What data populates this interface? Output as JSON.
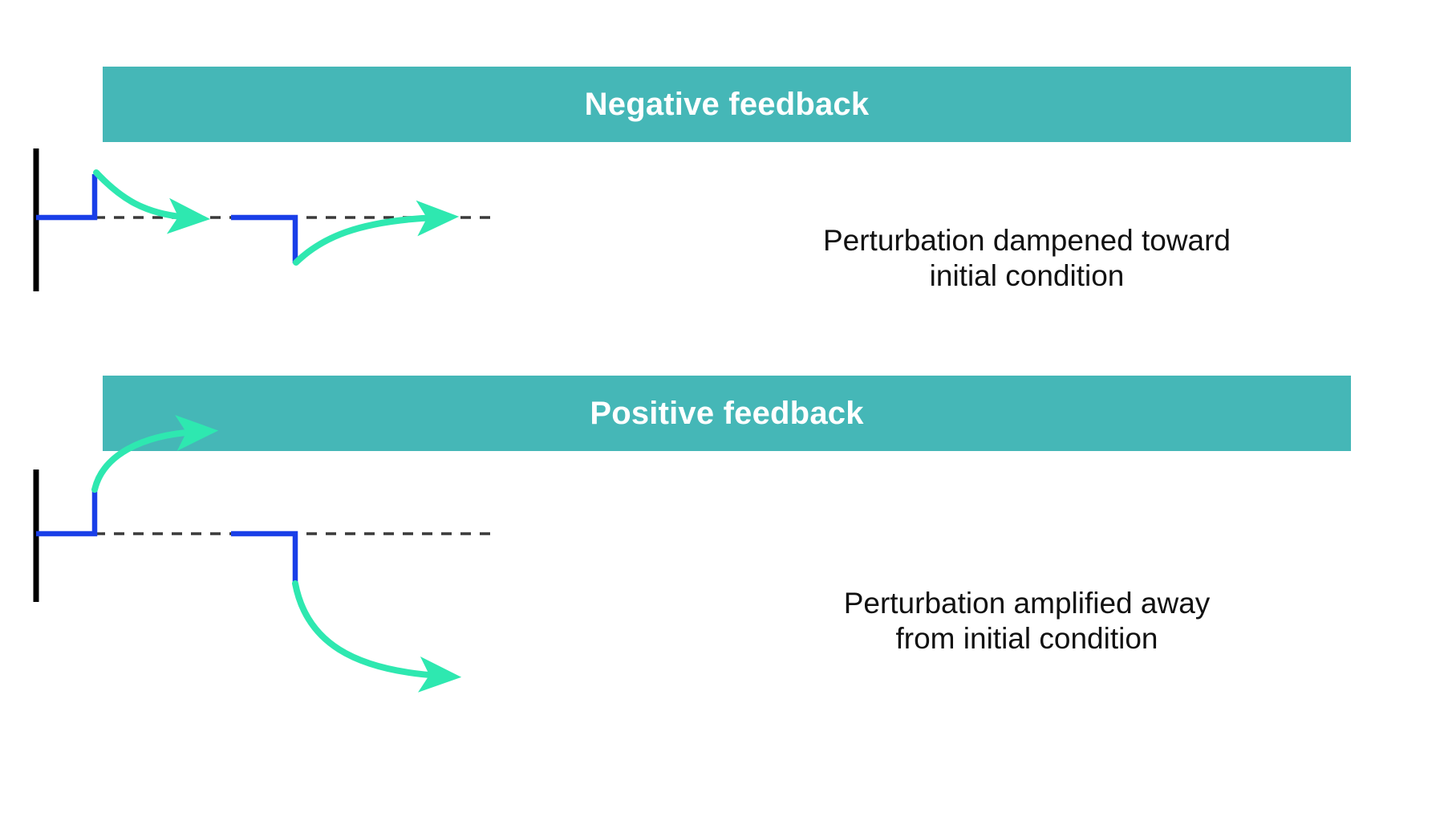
{
  "figure": {
    "title": "Negative and positive feedback response diagram",
    "background": "#ffffff"
  },
  "colors": {
    "header_bar": "#45b7b7",
    "header_text": "#ffffff",
    "step_line": "#1a3fe8",
    "arrow_curve": "#2ee8b0",
    "axis": "#000000",
    "baseline_dash": "#3a3a3a",
    "caption_text": "#111111"
  },
  "panels": [
    {
      "id": "negative",
      "header": "Negative feedback",
      "caption_line1": "Perturbation dampened toward",
      "caption_line2": "initial condition"
    },
    {
      "id": "positive",
      "header": "Positive feedback",
      "caption_line1": "Perturbation amplified away",
      "caption_line2": "from initial condition"
    }
  ],
  "chart_data": [
    {
      "type": "line",
      "id": "negative-feedback-response",
      "title": "Negative feedback",
      "xlabel": "",
      "ylabel": "",
      "grid": false,
      "legend": "none",
      "baseline_value": 0,
      "annotations": [
        "Perturbation dampened toward initial condition"
      ],
      "series": [
        {
          "name": "perturbation-step-up",
          "style": "step",
          "color": "#1a3fe8",
          "points": [
            [
              0,
              0
            ],
            [
              90,
              0
            ],
            [
              90,
              80
            ],
            [
              95,
              80
            ]
          ]
        },
        {
          "name": "decay-toward-baseline-1",
          "style": "curve-arrow",
          "color": "#2ee8b0",
          "description": "exponential decay from +80 back to baseline, arrowhead pointing right",
          "points": [
            [
              92,
              80
            ],
            [
              150,
              35
            ],
            [
              210,
              6
            ],
            [
              290,
              0
            ]
          ]
        },
        {
          "name": "perturbation-step-down",
          "style": "step",
          "color": "#1a3fe8",
          "points": [
            [
              320,
              0
            ],
            [
              435,
              0
            ],
            [
              435,
              -95
            ]
          ]
        },
        {
          "name": "decay-toward-baseline-2",
          "style": "curve-arrow",
          "color": "#2ee8b0",
          "description": "exponential recovery from -95 back to baseline, arrowhead pointing right",
          "points": [
            [
              436,
              -95
            ],
            [
              500,
              -40
            ],
            [
              580,
              -8
            ],
            [
              700,
              0
            ]
          ]
        },
        {
          "name": "baseline",
          "style": "dashed",
          "color": "#3a3a3a",
          "points": [
            [
              95,
              0
            ],
            [
              770,
              0
            ]
          ]
        }
      ],
      "axis": {
        "vertical_x": 0,
        "y_from": 110,
        "y_to": -110
      }
    },
    {
      "type": "line",
      "id": "positive-feedback-response",
      "title": "Positive feedback",
      "xlabel": "",
      "ylabel": "",
      "grid": false,
      "legend": "none",
      "baseline_value": 0,
      "annotations": [
        "Perturbation amplified away from initial condition"
      ],
      "series": [
        {
          "name": "perturbation-step-up",
          "style": "step",
          "color": "#1a3fe8",
          "points": [
            [
              0,
              0
            ],
            [
              90,
              0
            ],
            [
              90,
              70
            ]
          ]
        },
        {
          "name": "amplify-upward",
          "style": "curve-arrow",
          "color": "#2ee8b0",
          "description": "curve accelerating upward away from baseline, arrowhead pointing up-right",
          "points": [
            [
              90,
              72
            ],
            [
              120,
              140
            ],
            [
              180,
              180
            ],
            [
              250,
              190
            ]
          ]
        },
        {
          "name": "perturbation-step-down",
          "style": "step",
          "color": "#1a3fe8",
          "points": [
            [
              320,
              0
            ],
            [
              435,
              0
            ],
            [
              435,
              -80
            ]
          ]
        },
        {
          "name": "amplify-downward",
          "style": "curve-arrow",
          "color": "#2ee8b0",
          "description": "curve accelerating downward away from baseline, arrowhead pointing down-right",
          "points": [
            [
              435,
              -82
            ],
            [
              470,
              -180
            ],
            [
              560,
              -250
            ],
            [
              660,
              -268
            ]
          ]
        },
        {
          "name": "baseline",
          "style": "dashed",
          "color": "#3a3a3a",
          "points": [
            [
              95,
              0
            ],
            [
              770,
              0
            ]
          ]
        }
      ],
      "axis": {
        "vertical_x": 0,
        "y_from": 100,
        "y_to": -130
      }
    }
  ]
}
